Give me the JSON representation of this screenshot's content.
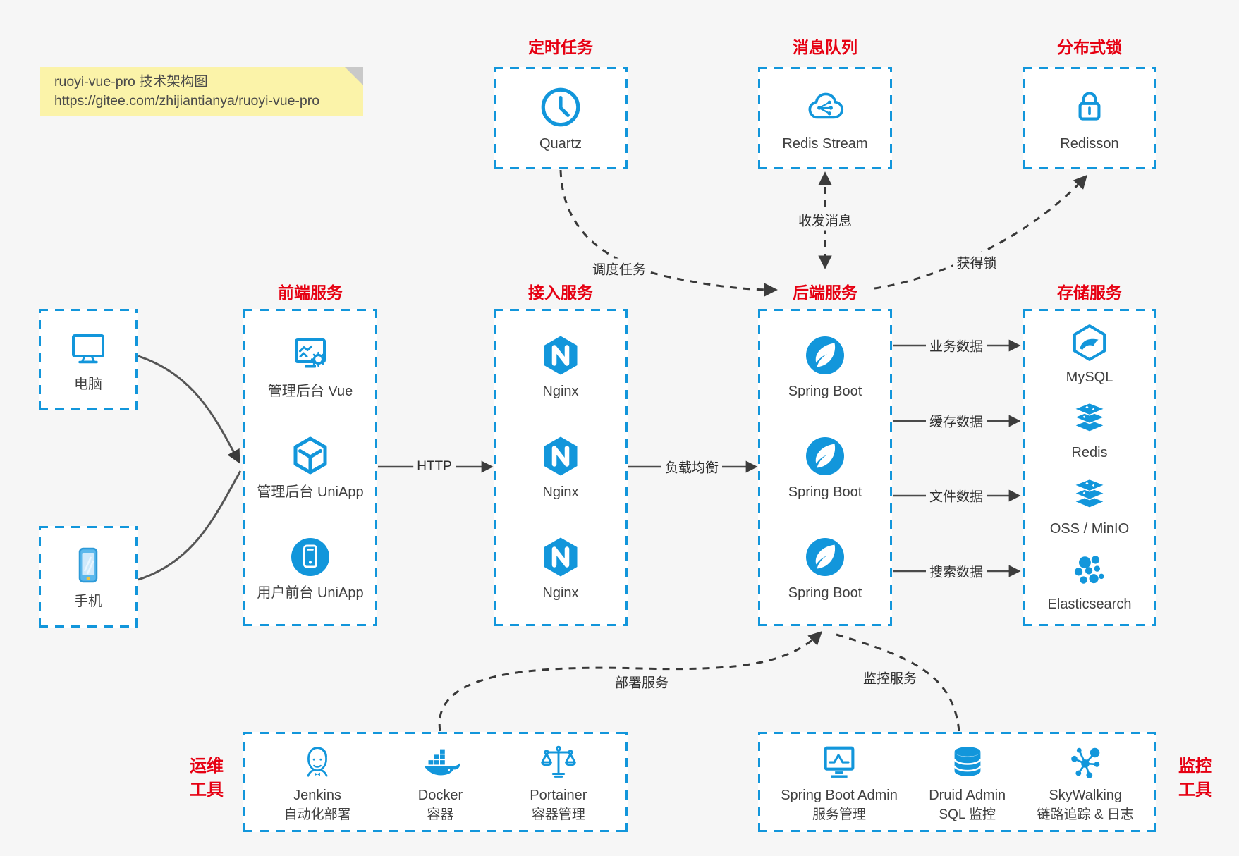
{
  "note": {
    "title": "ruoyi-vue-pro 技术架构图",
    "url": "https://gitee.com/zhijiantianya/ruoyi-vue-pro"
  },
  "top_groups": [
    {
      "title": "定时任务",
      "item": {
        "icon": "clock-icon",
        "label": "Quartz"
      }
    },
    {
      "title": "消息队列",
      "item": {
        "icon": "redis-stream-cloud-icon",
        "label": "Redis Stream"
      }
    },
    {
      "title": "分布式锁",
      "item": {
        "icon": "lock-icon",
        "label": "Redisson"
      }
    }
  ],
  "clients": [
    {
      "icon": "desktop-icon",
      "label": "电脑"
    },
    {
      "icon": "phone-icon",
      "label": "手机"
    }
  ],
  "main_groups": [
    {
      "title": "前端服务",
      "items": [
        {
          "icon": "admin-vue-icon",
          "label": "管理后台 Vue"
        },
        {
          "icon": "uniapp-cube-icon",
          "label": "管理后台 UniApp"
        },
        {
          "icon": "user-app-icon",
          "label": "用户前台 UniApp"
        }
      ]
    },
    {
      "title": "接入服务",
      "items": [
        {
          "icon": "nginx-icon",
          "label": "Nginx"
        },
        {
          "icon": "nginx-icon",
          "label": "Nginx"
        },
        {
          "icon": "nginx-icon",
          "label": "Nginx"
        }
      ]
    },
    {
      "title": "后端服务",
      "items": [
        {
          "icon": "spring-boot-icon",
          "label": "Spring Boot"
        },
        {
          "icon": "spring-boot-icon",
          "label": "Spring Boot"
        },
        {
          "icon": "spring-boot-icon",
          "label": "Spring Boot"
        }
      ]
    },
    {
      "title": "存储服务",
      "items": [
        {
          "icon": "mysql-icon",
          "label": "MySQL"
        },
        {
          "icon": "redis-stack-icon",
          "label": "Redis"
        },
        {
          "icon": "redis-stack-icon",
          "label": "OSS / MinIO"
        },
        {
          "icon": "elasticsearch-icon",
          "label": "Elasticsearch"
        }
      ]
    }
  ],
  "bottom_groups": [
    {
      "side_label_line1": "运维",
      "side_label_line2": "工具",
      "items": [
        {
          "icon": "jenkins-icon",
          "label": "Jenkins",
          "sublabel": "自动化部署"
        },
        {
          "icon": "docker-icon",
          "label": "Docker",
          "sublabel": "容器"
        },
        {
          "icon": "portainer-icon",
          "label": "Portainer",
          "sublabel": "容器管理"
        }
      ]
    },
    {
      "side_label_line1": "监控",
      "side_label_line2": "工具",
      "items": [
        {
          "icon": "spring-boot-admin-icon",
          "label": "Spring Boot Admin",
          "sublabel": "服务管理"
        },
        {
          "icon": "druid-icon",
          "label": "Druid Admin",
          "sublabel": "SQL 监控"
        },
        {
          "icon": "skywalking-icon",
          "label": "SkyWalking",
          "sublabel": "链路追踪 & 日志"
        }
      ]
    }
  ],
  "edges": {
    "http": "HTTP",
    "load_balance": "负载均衡",
    "business_data": "业务数据",
    "cache_data": "缓存数据",
    "file_data": "文件数据",
    "search_data": "搜索数据",
    "schedule_task": "调度任务",
    "send_receive_message": "收发消息",
    "acquire_lock": "获得锁",
    "deploy_service": "部署服务",
    "monitor_service": "监控服务"
  },
  "colors": {
    "accent_blue": "#1296db",
    "title_red": "#e60012",
    "note_bg": "#fbf3a9",
    "background": "#f6f6f6",
    "arrow_dark": "#3c3c3c"
  }
}
